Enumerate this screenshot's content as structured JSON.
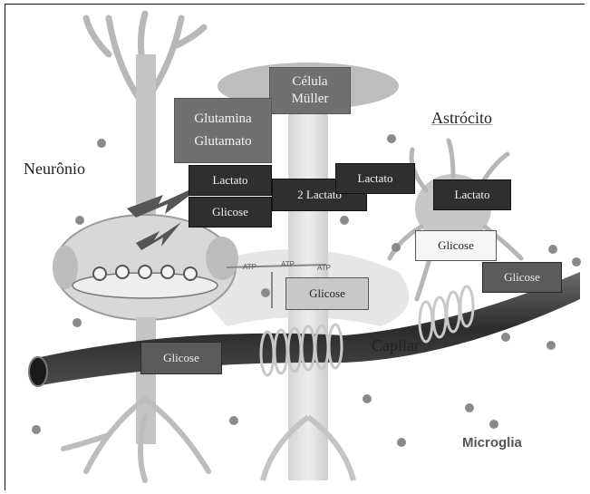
{
  "labels": {
    "neuron": "Neurônio",
    "astrocyte": "Astrócito",
    "capillary": "Capilar",
    "microglia": "Microglia"
  },
  "boxes": {
    "muller_line1": "Célula",
    "muller_line2": "Müller",
    "glutamina": "Glutamina",
    "glutamato": "Glutamato",
    "lactato_neuron": "Lactato",
    "glicose_neuron": "Glicose",
    "two_lactato": "2 Lactato",
    "lactato_mid": "Lactato",
    "lactato_astro": "Lactato",
    "glicose_astro": "Glicose",
    "glicose_right": "Glicose",
    "glicose_center": "Glicose",
    "glicose_capillary": "Glicose"
  },
  "atp_labels": [
    "ATP",
    "ATP",
    "ATP"
  ]
}
